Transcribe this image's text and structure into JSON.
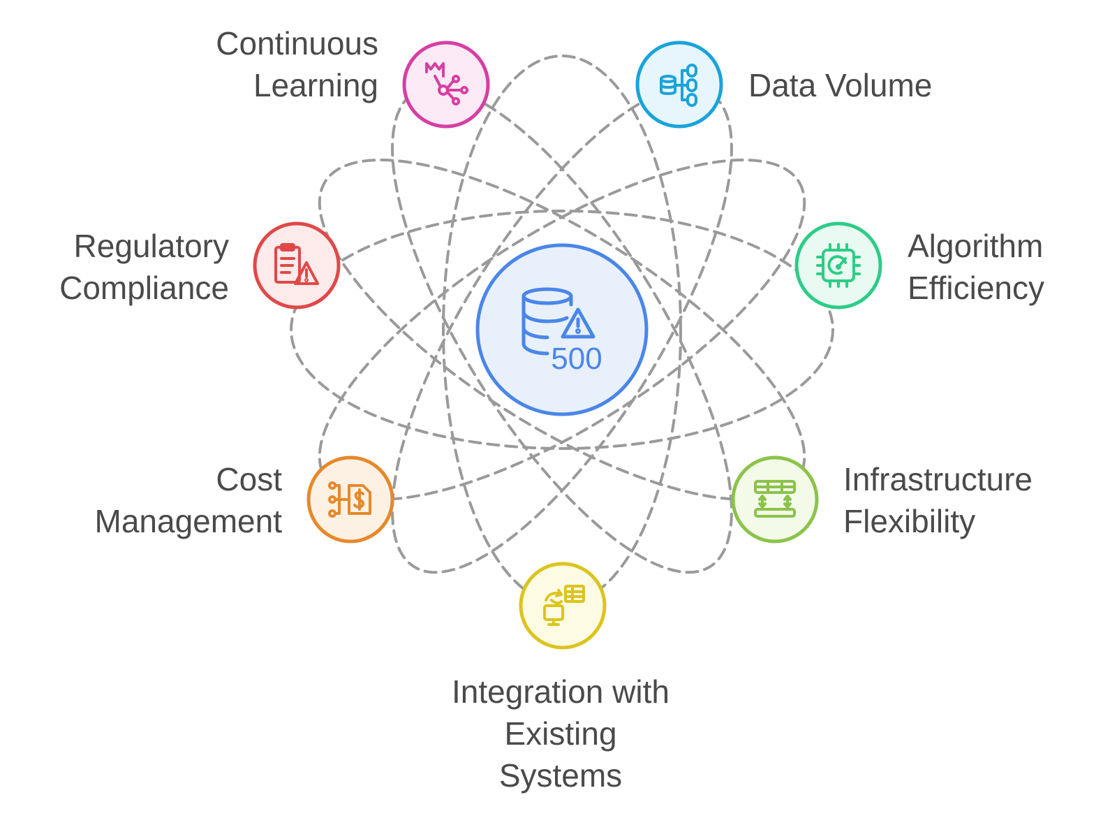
{
  "center": {
    "icon": "database-warning-icon",
    "text": "500",
    "color": "#4a86e8",
    "fill": "#e8f0fc"
  },
  "factors": [
    {
      "id": "continuous-learning",
      "lines": [
        "Continuous",
        "Learning"
      ],
      "icon": "ml-network-icon",
      "color": "#d63fa3",
      "fill": "#fbeaf5"
    },
    {
      "id": "data-volume",
      "lines": [
        "Data Volume"
      ],
      "icon": "database-stack-icon",
      "color": "#1aa3db",
      "fill": "#e6f6fc"
    },
    {
      "id": "algorithm-efficiency",
      "lines": [
        "Algorithm",
        "Efficiency"
      ],
      "icon": "cpu-gauge-icon",
      "color": "#2ecc86",
      "fill": "#e8faf1"
    },
    {
      "id": "infrastructure-flexibility",
      "lines": [
        "Infrastructure",
        "Flexibility"
      ],
      "icon": "server-rack-icon",
      "color": "#8bc34a",
      "fill": "#f3fae8"
    },
    {
      "id": "integration-existing-systems",
      "lines": [
        "Integration with",
        "Existing",
        "Systems"
      ],
      "icon": "system-integration-icon",
      "color": "#dcc41e",
      "fill": "#fdfbe3"
    },
    {
      "id": "cost-management",
      "lines": [
        "Cost",
        "Management"
      ],
      "icon": "cost-flow-icon",
      "color": "#e6892b",
      "fill": "#fdf1e4"
    },
    {
      "id": "regulatory-compliance",
      "lines": [
        "Regulatory",
        "Compliance"
      ],
      "icon": "compliance-warning-icon",
      "color": "#e04848",
      "fill": "#fdeaea"
    }
  ],
  "orbit_color": "#9a9a9a"
}
